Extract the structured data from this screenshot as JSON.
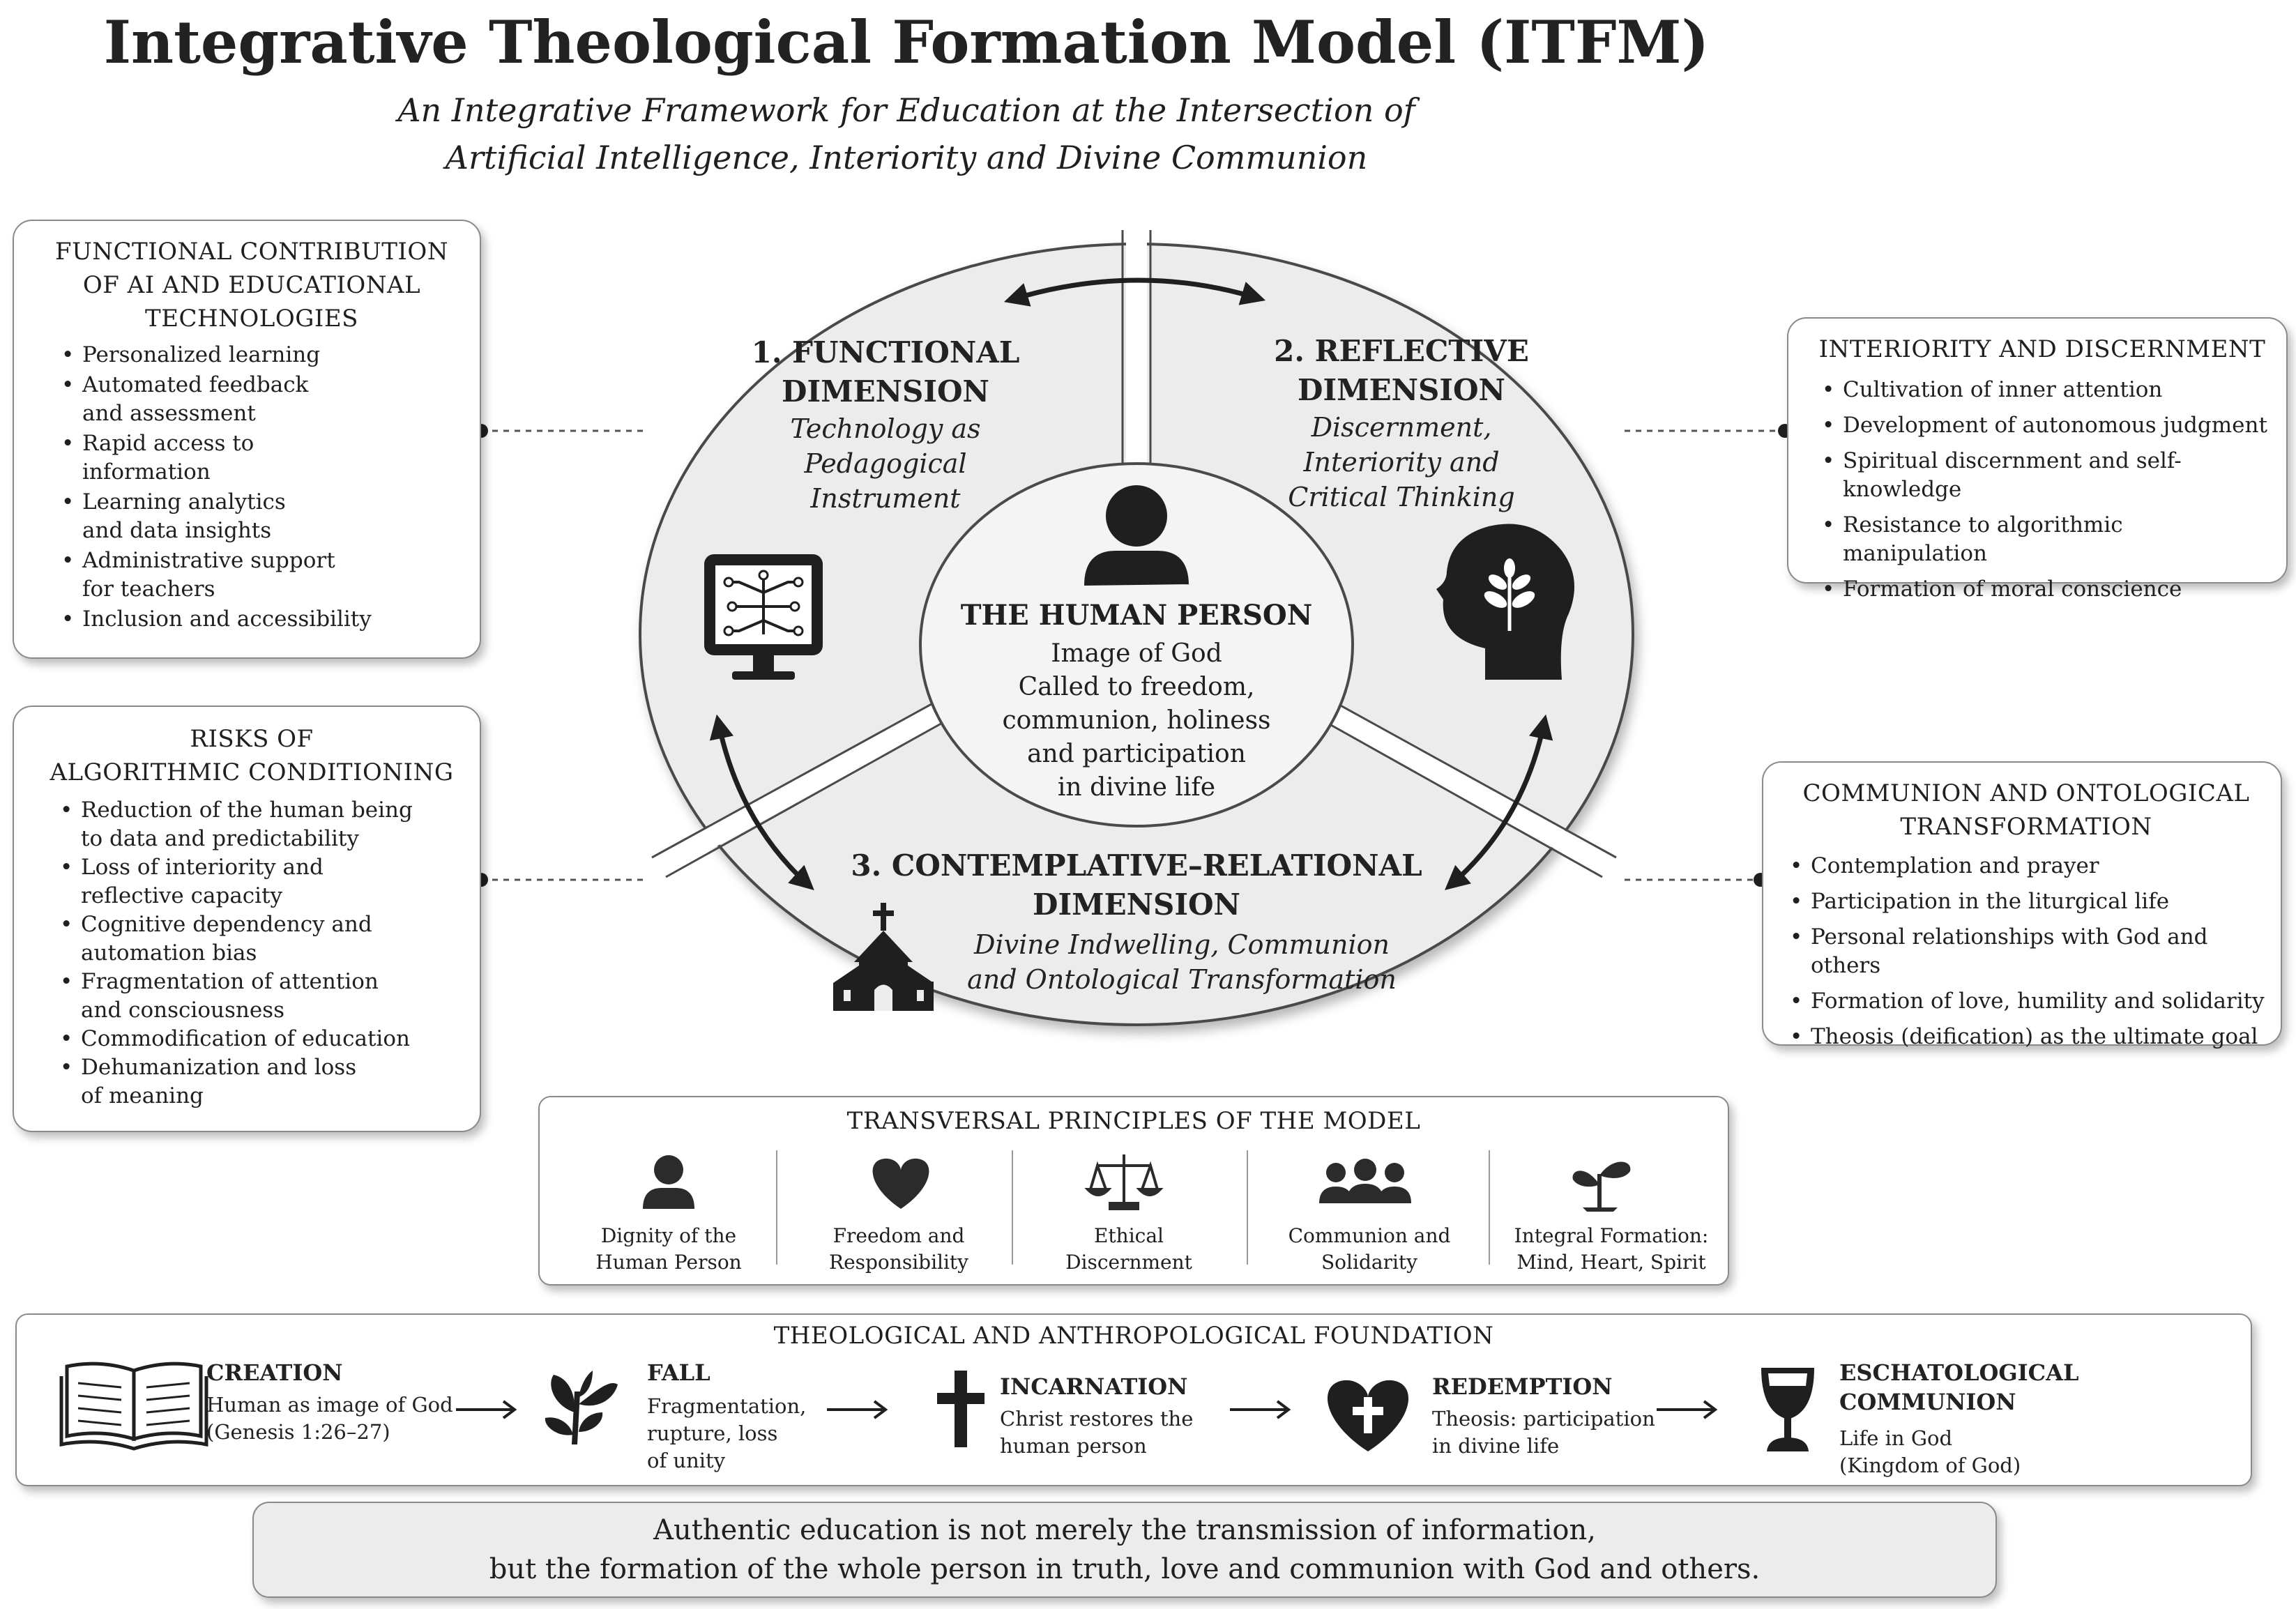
{
  "header": {
    "title": "Integrative Theological Formation Model (ITFM)",
    "subtitle_line1": "An Integrative Framework for Education at the Intersection of",
    "subtitle_line2": "Artificial Intelligence, Interiority and Divine Communion"
  },
  "left_top": {
    "title_l1": "FUNCTIONAL CONTRIBUTION",
    "title_l2": "OF AI AND EDUCATIONAL",
    "title_l3": "TECHNOLOGIES",
    "items": [
      {
        "l1": "Personalized learning",
        "l2": ""
      },
      {
        "l1": "Automated feedback",
        "l2": "and assessment"
      },
      {
        "l1": "Rapid access to",
        "l2": "information"
      },
      {
        "l1": "Learning analytics",
        "l2": "and data insights"
      },
      {
        "l1": "Administrative support",
        "l2": "for teachers"
      },
      {
        "l1": "Inclusion and accessibility",
        "l2": ""
      }
    ]
  },
  "left_bottom": {
    "title_l1": "RISKS OF",
    "title_l2": "ALGORITHMIC CONDITIONING",
    "items": [
      {
        "l1": "Reduction of the human being",
        "l2": "to data and predictability"
      },
      {
        "l1": "Loss of interiority and",
        "l2": "reflective capacity"
      },
      {
        "l1": "Cognitive dependency and",
        "l2": "automation bias"
      },
      {
        "l1": "Fragmentation of attention",
        "l2": "and consciousness"
      },
      {
        "l1": "Commodification of education",
        "l2": ""
      },
      {
        "l1": "Dehumanization and loss",
        "l2": "of meaning"
      }
    ]
  },
  "right_top": {
    "title": "INTERIORITY AND DISCERNMENT",
    "items": [
      "Cultivation of inner attention",
      "Development of autonomous judgment",
      "Spiritual discernment and self-knowledge",
      "Resistance to algorithmic manipulation",
      "Formation of moral conscience"
    ]
  },
  "right_bottom": {
    "title_l1": "COMMUNION AND ONTOLOGICAL",
    "title_l2": "TRANSFORMATION",
    "items": [
      "Contemplation and prayer",
      "Participation in the liturgical life",
      "Personal relationships with God and others",
      "Formation of love, humility and solidarity",
      "Theosis (deification) as the ultimate goal"
    ]
  },
  "dimensions": {
    "functional": {
      "title_l1": "1. FUNCTIONAL",
      "title_l2": "DIMENSION",
      "sub_l1": "Technology as",
      "sub_l2": "Pedagogical",
      "sub_l3": "Instrument"
    },
    "reflective": {
      "title_l1": "2. REFLECTIVE",
      "title_l2": "DIMENSION",
      "sub_l1": "Discernment,",
      "sub_l2": "Interiority and",
      "sub_l3": "Critical Thinking"
    },
    "contemplative": {
      "title_l1": "3. CONTEMPLATIVE–RELATIONAL",
      "title_l2": "DIMENSION",
      "sub_l1": "Divine Indwelling, Communion",
      "sub_l2": "and Ontological Transformation"
    }
  },
  "center": {
    "title": "THE HUMAN PERSON",
    "l1": "Image of God",
    "l2": "Called to freedom,",
    "l3": "communion, holiness",
    "l4": "and participation",
    "l5": "in divine life"
  },
  "principles": {
    "title": "TRANSVERSAL PRINCIPLES OF THE MODEL",
    "items": [
      {
        "icon": "person-icon",
        "l1": "Dignity of the",
        "l2": "Human Person"
      },
      {
        "icon": "heart-icon",
        "l1": "Freedom and",
        "l2": "Responsibility"
      },
      {
        "icon": "scales-icon",
        "l1": "Ethical",
        "l2": "Discernment"
      },
      {
        "icon": "group-icon",
        "l1": "Communion and",
        "l2": "Solidarity"
      },
      {
        "icon": "sprout-icon",
        "l1": "Integral Formation:",
        "l2": "Mind, Heart, Spirit"
      }
    ]
  },
  "foundation": {
    "title": "THEOLOGICAL AND ANTHROPOLOGICAL FOUNDATION",
    "stages": [
      {
        "icon": "book-icon",
        "title": "CREATION",
        "l1": "Human as image of God",
        "l2": "(Genesis 1:26–27)",
        "l3": ""
      },
      {
        "icon": "broken-plant-icon",
        "title": "FALL",
        "l1": "Fragmentation,",
        "l2": "rupture, loss",
        "l3": "of unity"
      },
      {
        "icon": "cross-icon",
        "title": "INCARNATION",
        "l1": "Christ restores the",
        "l2": "human person",
        "l3": ""
      },
      {
        "icon": "heart-cross-icon",
        "title": "REDEMPTION",
        "l1": "Theosis: participation",
        "l2": "in divine life",
        "l3": ""
      },
      {
        "icon": "chalice-icon",
        "title": "ESCHATOLOGICAL COMMUNION",
        "l1": "Life in God",
        "l2": "(Kingdom of God)",
        "l3": ""
      }
    ]
  },
  "footer": {
    "l1": "Authentic education is not merely the transmission of information,",
    "l2": "but the formation of the whole person in truth, love and communion with God and others."
  },
  "colors": {
    "ring": "#ececec",
    "border": "#555555",
    "icon": "#2b2b2b",
    "box_border": "#8a8a8a"
  }
}
